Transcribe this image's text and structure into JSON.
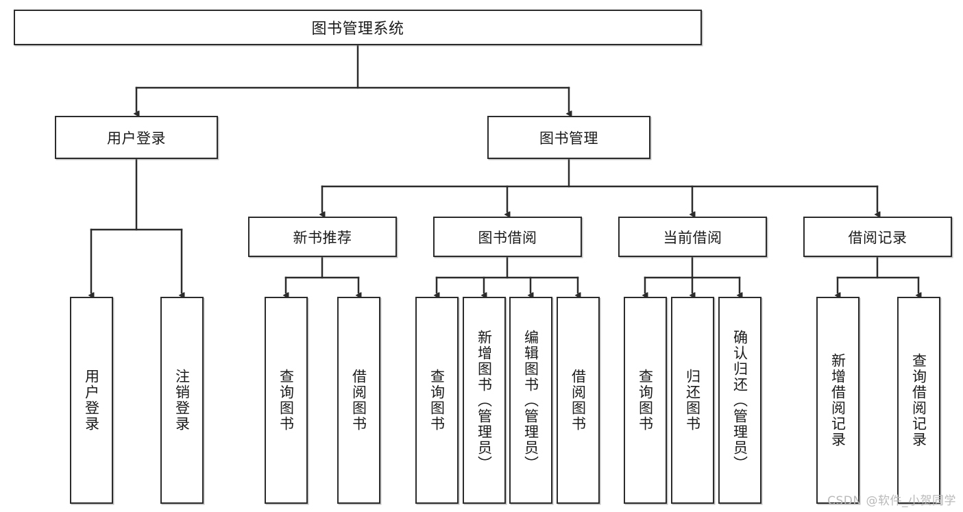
{
  "diagram": {
    "type": "tree",
    "title": "图书管理系统",
    "watermark": "CSDN @软件_小贺同学",
    "colors": {
      "stroke": "#2b2b2b",
      "fill": "#ffffff",
      "text": "#1a1a1a",
      "watermark": "#b9b9b9"
    },
    "nodes": {
      "root": {
        "label": "图书管理系统"
      },
      "level2": [
        {
          "id": "user-login",
          "label": "用户登录"
        },
        {
          "id": "book-management",
          "label": "图书管理"
        }
      ],
      "level3": [
        {
          "id": "new-book-recommend",
          "label": "新书推荐"
        },
        {
          "id": "book-borrow",
          "label": "图书借阅"
        },
        {
          "id": "current-borrow",
          "label": "当前借阅"
        },
        {
          "id": "borrow-record",
          "label": "借阅记录"
        }
      ],
      "leaves": {
        "user-login": [
          {
            "id": "leaf-user-login",
            "label": "用户登录"
          },
          {
            "id": "leaf-logout-login",
            "label": "注销登录"
          }
        ],
        "new-book-recommend": [
          {
            "id": "leaf-query-book-1",
            "label": "查询图书"
          },
          {
            "id": "leaf-borrow-book-1",
            "label": "借阅图书"
          }
        ],
        "book-borrow": [
          {
            "id": "leaf-query-book-2",
            "label": "查询图书"
          },
          {
            "id": "leaf-add-book",
            "label": "新增图书（管理员）"
          },
          {
            "id": "leaf-edit-book",
            "label": "编辑图书（管理员）"
          },
          {
            "id": "leaf-borrow-book-2",
            "label": "借阅图书"
          }
        ],
        "current-borrow": [
          {
            "id": "leaf-query-book-3",
            "label": "查询图书"
          },
          {
            "id": "leaf-return-book",
            "label": "归还图书"
          },
          {
            "id": "leaf-confirm-return",
            "label": "确认归还（管理员）"
          }
        ],
        "borrow-record": [
          {
            "id": "leaf-add-borrow-record",
            "label": "新增借阅记录"
          },
          {
            "id": "leaf-query-borrow-record",
            "label": "查询借阅记录"
          }
        ]
      }
    }
  }
}
